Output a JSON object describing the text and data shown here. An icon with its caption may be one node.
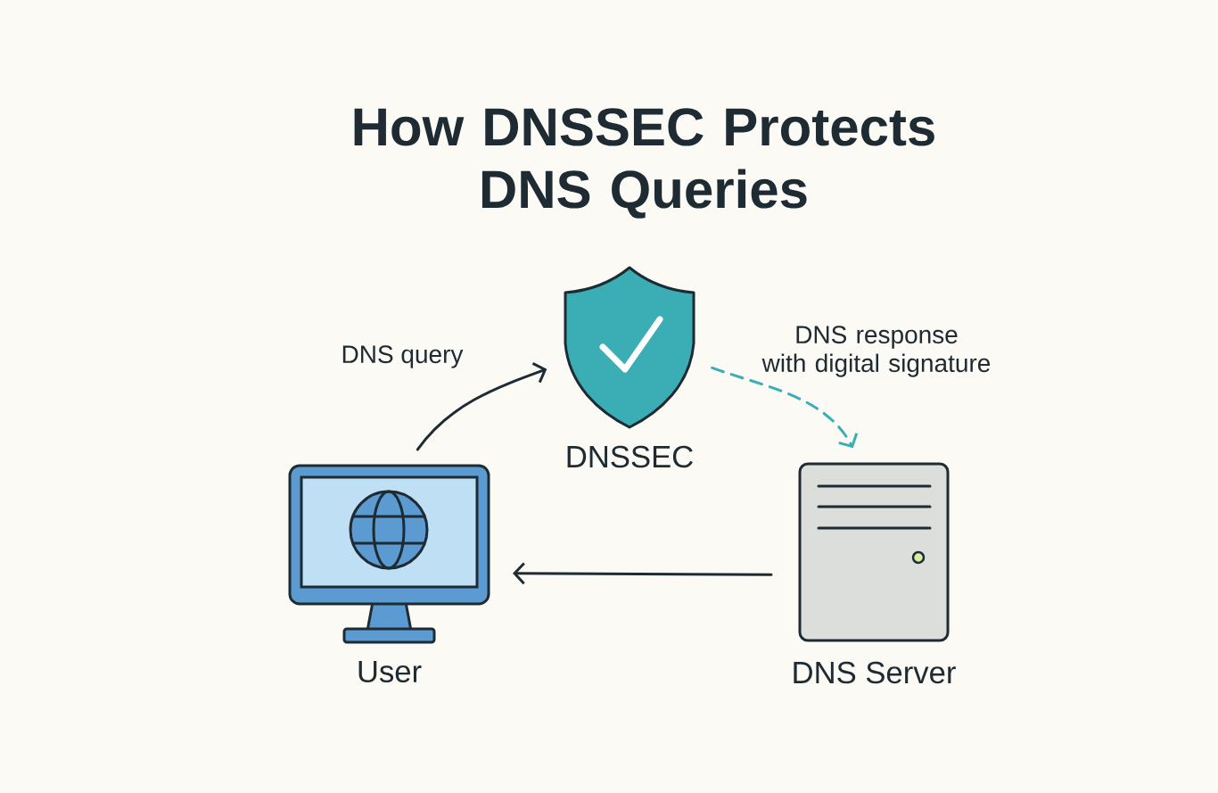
{
  "diagram": {
    "title": "How DNSSEC Protects DNS Queries",
    "nodes": [
      {
        "text": [
          "User"
        ]
      },
      {
        "text": [
          "DNSSEC"
        ]
      },
      {
        "text": [
          "DNS Server"
        ]
      }
    ],
    "edges": [
      {
        "from": 0,
        "to": 1,
        "arrow": "to",
        "label": "DNS query"
      },
      {
        "from": 1,
        "to": 2,
        "arrow": "to",
        "label": "DNS response with digital signature",
        "style": "dashed",
        "color": "#3aadb5"
      },
      {
        "from": 2,
        "to": 0,
        "arrow": "to"
      }
    ]
  }
}
